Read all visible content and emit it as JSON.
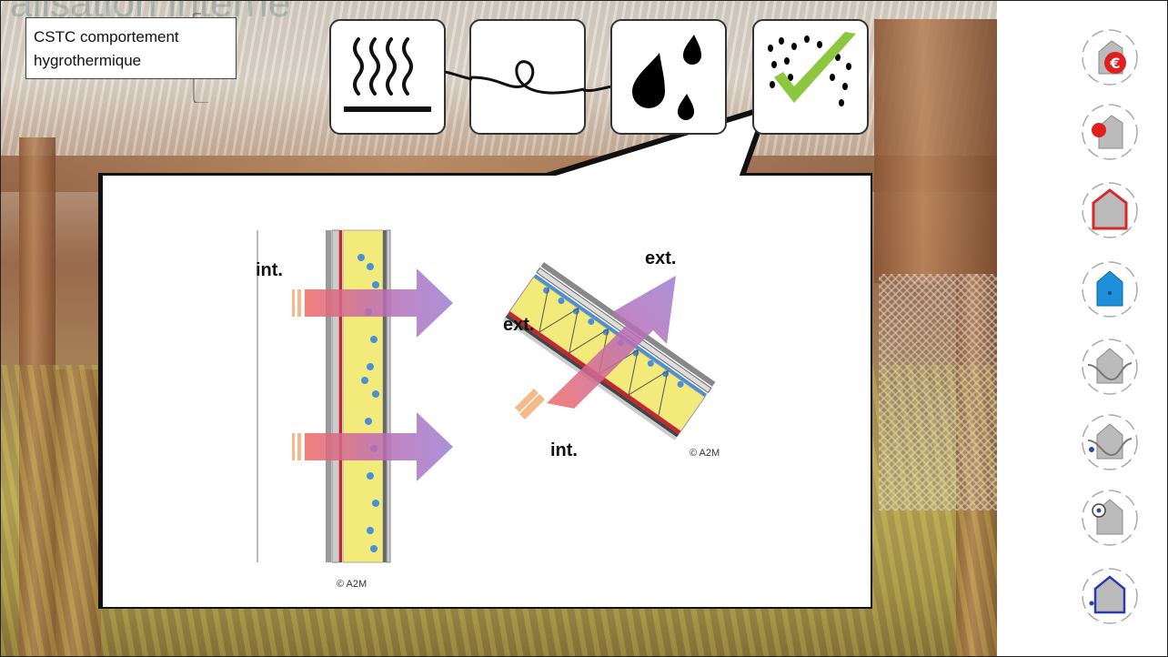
{
  "title_box": {
    "line1": "CSTC comportement",
    "line2": "hygrothermique"
  },
  "header_ghost_text": "alisation interne",
  "toolbar": {
    "icons": [
      {
        "name": "heat-radiation-icon"
      },
      {
        "name": "air-flow-icon"
      },
      {
        "name": "water-drops-icon"
      },
      {
        "name": "rain-check-icon",
        "selected": true,
        "check_color": "#8dc63f"
      }
    ]
  },
  "diagram": {
    "wall_label_int": "int.",
    "roof_label_ext_top": "ext.",
    "roof_label_ext_left": "ext.",
    "roof_label_int": "int.",
    "copyright_wall": "© A2M",
    "copyright_roof": "© A2M",
    "colors": {
      "insulation": "#f2ea7a",
      "vapor_arrow_start": "#e8474f",
      "vapor_arrow_end": "#8a4fc9",
      "membrane": "#d0202a",
      "drops": "#4a90d9"
    }
  },
  "sidebar": {
    "buttons": [
      {
        "name": "cost-euro-icon",
        "accent": "#e02020"
      },
      {
        "name": "acoustic-point-icon",
        "accent": "#e02020"
      },
      {
        "name": "airtight-outline-icon",
        "accent": "#d62a2a"
      },
      {
        "name": "water-protection-icon",
        "accent": "#1e8fd8"
      },
      {
        "name": "thermal-curve-icon",
        "accent": "#8a8a8a"
      },
      {
        "name": "moisture-curve-icon",
        "accent": "#2a4ab0"
      },
      {
        "name": "condensation-point-icon",
        "accent": "#2a4ab0"
      },
      {
        "name": "vapor-outline-icon",
        "accent": "#2a3ab0"
      }
    ]
  }
}
